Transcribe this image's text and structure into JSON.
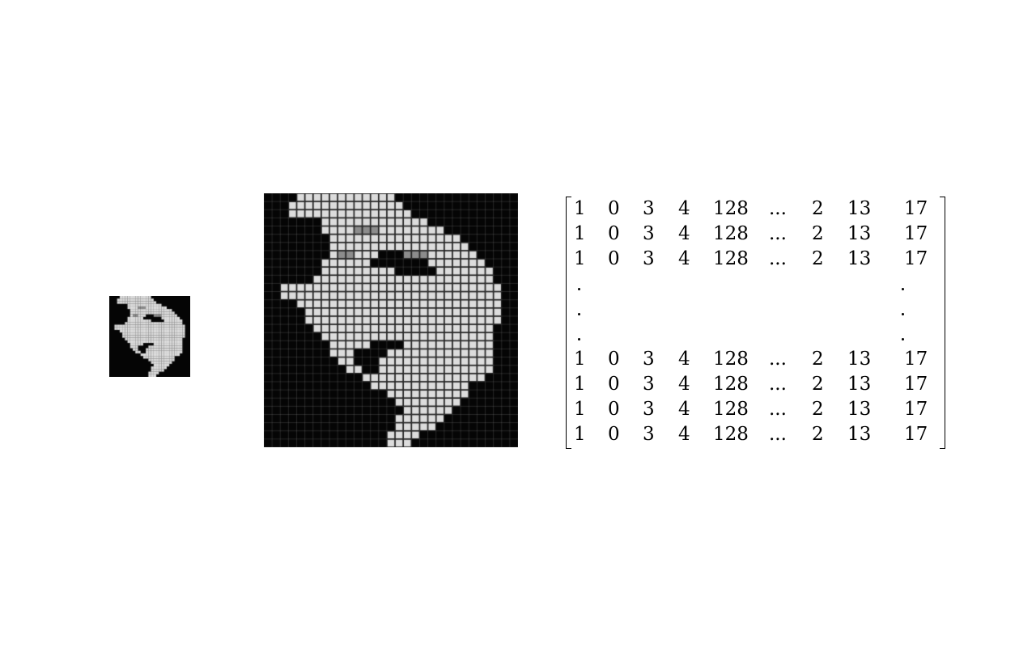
{
  "matrix": {
    "rows": [
      [
        "1",
        "0",
        "3",
        "4",
        "128",
        "...",
        "2",
        "13",
        "17"
      ],
      [
        "1",
        "0",
        "3",
        "4",
        "128",
        "...",
        "2",
        "13",
        "17"
      ],
      [
        "1",
        "0",
        "3",
        "4",
        "128",
        "...",
        "2",
        "13",
        "17"
      ],
      [
        ".",
        ".",
        ".",
        ".",
        ".",
        ".",
        ".",
        ".",
        "."
      ],
      [
        ".",
        ".",
        ".",
        ".",
        ".",
        ".",
        ".",
        ".",
        "."
      ],
      [
        ".",
        ".",
        ".",
        ".",
        ".",
        ".",
        ".",
        ".",
        "."
      ],
      [
        "1",
        "0",
        "3",
        "4",
        "128",
        "...",
        "2",
        "13",
        "17"
      ],
      [
        "1",
        "0",
        "3",
        "4",
        "128",
        "...",
        "2",
        "13",
        "17"
      ],
      [
        "1",
        "0",
        "3",
        "4",
        "128",
        "...",
        "2",
        "13",
        "17"
      ],
      [
        "1",
        "0",
        "3",
        "4",
        "128",
        "...",
        "2",
        "13",
        "17"
      ]
    ]
  },
  "pixel_image": {
    "rows": [
      "0000111111111111000000000000000",
      "0001111111111111100000000000000",
      "0001111111111111110000000000000",
      "0000000111111111111100000000000",
      "0000000111122211111111000000000",
      "0000000011111111111111110000000",
      "0000000011111111111111111000000",
      "0000000012211100022211111100000",
      "0000000111111000000011111110000",
      "0000000111111111000001111111000",
      "0000001111111111111111111111000",
      "0011111111111111111111111111100",
      "0011111111111111111111111111100",
      "0000111111111111111111111111100",
      "0000011111111111111111111111100",
      "0000011111111111111111111111100",
      "0000001111111111111111111111000",
      "0000000111111111111111111111000",
      "0000000011111000011111111111000",
      "0000000011100001111111111111000",
      "0000000001100011111111111111000",
      "0000000000110011111111111111000",
      "0000000000001111111111111110000",
      "0000000000000111111111111000000",
      "0000000000000001111111111000000",
      "0000000000000000111111110000000",
      "0000000000000000011111100000000",
      "0000000000000000111111000000000",
      "0000000000000000111110000000000",
      "0000000000000001111000000000000",
      "0000000000000001110000000000000"
    ]
  }
}
